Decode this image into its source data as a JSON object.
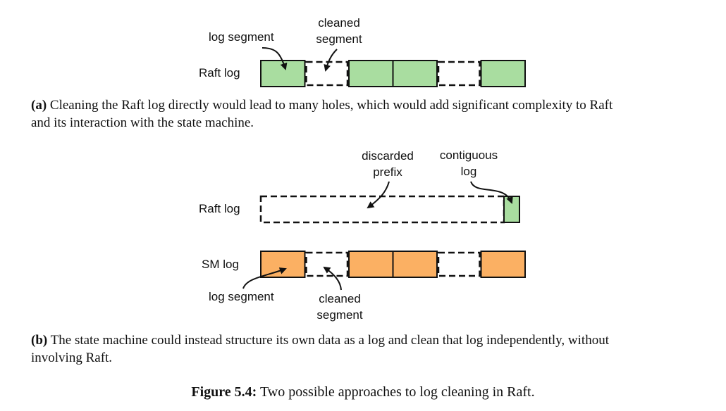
{
  "figure_a": {
    "labels": {
      "log_segment": "log segment",
      "cleaned_segment_line1": "cleaned",
      "cleaned_segment_line2": "segment",
      "raft_log": "Raft log"
    },
    "segments": [
      "filled",
      "cleaned",
      "filled",
      "filled",
      "cleaned",
      "filled"
    ],
    "caption_tag": "(a)",
    "caption_line1": "Cleaning the Raft log directly would lead to many holes, which would add significant complexity to Raft",
    "caption_line2": "and its interaction with the state machine."
  },
  "figure_b": {
    "labels": {
      "discarded_line1": "discarded",
      "discarded_line2": "prefix",
      "contiguous_line1": "contiguous",
      "contiguous_line2": "log",
      "raft_log": "Raft log",
      "sm_log": "SM log",
      "log_segment": "log segment",
      "cleaned_segment_line1": "cleaned",
      "cleaned_segment_line2": "segment"
    },
    "sm_segments": [
      "filled",
      "cleaned",
      "filled",
      "filled",
      "cleaned",
      "filled"
    ],
    "caption_tag": "(b)",
    "caption_line1": "The state machine could instead structure its own data as a log and clean that log independently, without",
    "caption_line2": "involving Raft."
  },
  "figure_caption": {
    "tag": "Figure 5.4:",
    "text": "Two possible approaches to log cleaning in Raft."
  },
  "colors": {
    "raft_segment_fill": "#a9dda0",
    "sm_segment_fill": "#fbb063",
    "stroke": "#111111"
  }
}
